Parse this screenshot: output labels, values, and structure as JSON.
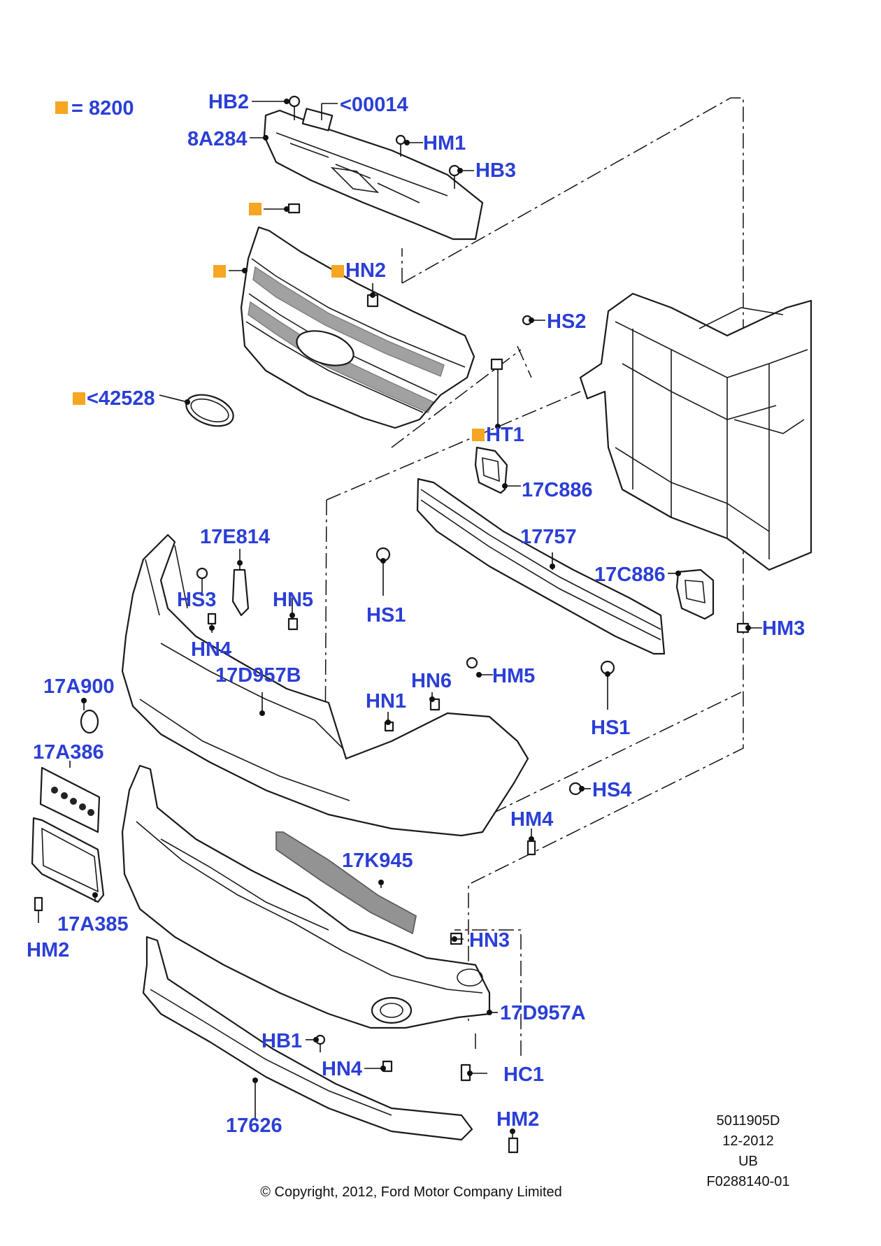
{
  "legend": {
    "text": "= 8200",
    "marker_color": "#f5a623"
  },
  "colors": {
    "label": "#2b3fd6",
    "marker": "#f5a623",
    "line": "#1a1a1a"
  },
  "labels": [
    {
      "id": "hb2_top",
      "text": "HB2"
    },
    {
      "id": "p00014",
      "text": "<00014"
    },
    {
      "id": "p8a284",
      "text": "8A284"
    },
    {
      "id": "hm1",
      "text": "HM1"
    },
    {
      "id": "hb3",
      "text": "HB3"
    },
    {
      "id": "hn2",
      "text": "HN2",
      "marker": true
    },
    {
      "id": "hs2",
      "text": "HS2"
    },
    {
      "id": "p42528",
      "text": "<42528",
      "marker": true
    },
    {
      "id": "ht1",
      "text": "HT1",
      "marker": true
    },
    {
      "id": "p17c886_a",
      "text": "17C886"
    },
    {
      "id": "p17e814",
      "text": "17E814"
    },
    {
      "id": "p17757",
      "text": "17757"
    },
    {
      "id": "hs3",
      "text": "HS3"
    },
    {
      "id": "hn5",
      "text": "HN5"
    },
    {
      "id": "p17c886_b",
      "text": "17C886"
    },
    {
      "id": "hs1_a",
      "text": "HS1"
    },
    {
      "id": "hm3",
      "text": "HM3"
    },
    {
      "id": "hn4_a",
      "text": "HN4"
    },
    {
      "id": "p17d957b",
      "text": "17D957B"
    },
    {
      "id": "hm5",
      "text": "HM5"
    },
    {
      "id": "p17a900",
      "text": "17A900"
    },
    {
      "id": "hn6",
      "text": "HN6"
    },
    {
      "id": "hn1",
      "text": "HN1"
    },
    {
      "id": "hs1_b",
      "text": "HS1"
    },
    {
      "id": "p17a386",
      "text": "17A386"
    },
    {
      "id": "hs4",
      "text": "HS4"
    },
    {
      "id": "hm4",
      "text": "HM4"
    },
    {
      "id": "p17k945",
      "text": "17K945"
    },
    {
      "id": "p17a385",
      "text": "17A385"
    },
    {
      "id": "hm2_a",
      "text": "HM2"
    },
    {
      "id": "hn3",
      "text": "HN3"
    },
    {
      "id": "p17d957a",
      "text": "17D957A"
    },
    {
      "id": "hb1",
      "text": "HB1"
    },
    {
      "id": "hn4_b",
      "text": "HN4"
    },
    {
      "id": "hc1",
      "text": "HC1"
    },
    {
      "id": "p17626",
      "text": "17626"
    },
    {
      "id": "hm2_b",
      "text": "HM2"
    }
  ],
  "drawing_info": [
    "5011905D",
    "12-2012",
    "UB",
    "F0288140-01"
  ],
  "copyright": "© Copyright, 2012, Ford Motor Company Limited"
}
